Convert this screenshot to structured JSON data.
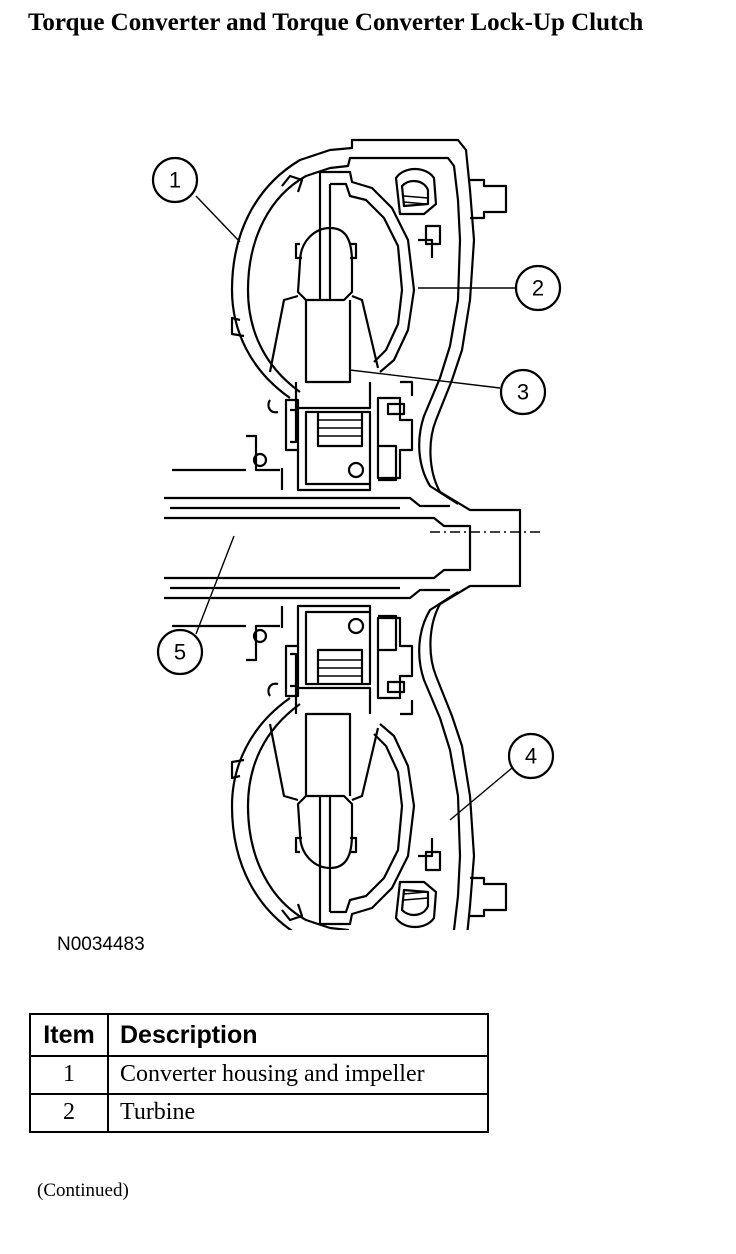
{
  "title": "Torque Converter and Torque Converter Lock-Up Clutch",
  "figure_id": "N0034483",
  "callouts": [
    "1",
    "2",
    "3",
    "4",
    "5"
  ],
  "table": {
    "headers": [
      "Item",
      "Description"
    ],
    "rows": [
      {
        "item": "1",
        "description": "Converter housing and impeller"
      },
      {
        "item": "2",
        "description": "Turbine"
      }
    ]
  },
  "continued": "(Continued)"
}
